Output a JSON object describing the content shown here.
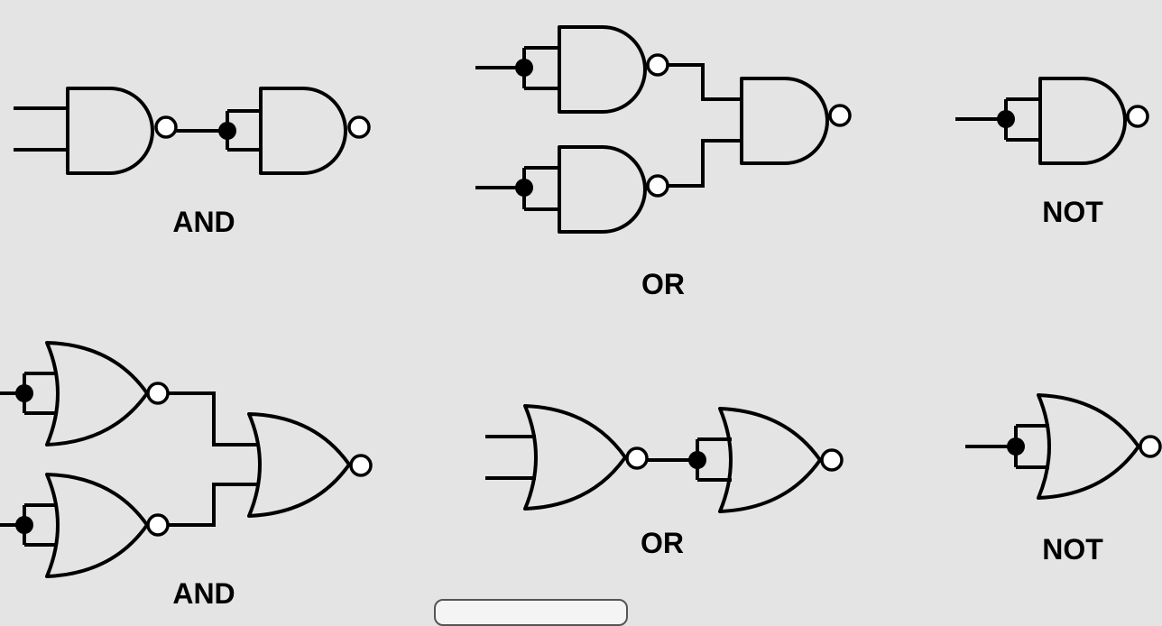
{
  "panels": [
    {
      "id": "nand-and",
      "label": "AND"
    },
    {
      "id": "nand-or",
      "label": "OR"
    },
    {
      "id": "nand-not",
      "label": "NOT"
    },
    {
      "id": "nor-and",
      "label": "AND"
    },
    {
      "id": "nor-or",
      "label": "OR"
    },
    {
      "id": "nor-not",
      "label": "NOT"
    }
  ],
  "colors": {
    "background": "#e4e4e4",
    "stroke": "#000000"
  },
  "icons": [
    "nand-gate-icon",
    "nor-gate-icon",
    "inversion-bubble-icon",
    "junction-dot-icon"
  ]
}
